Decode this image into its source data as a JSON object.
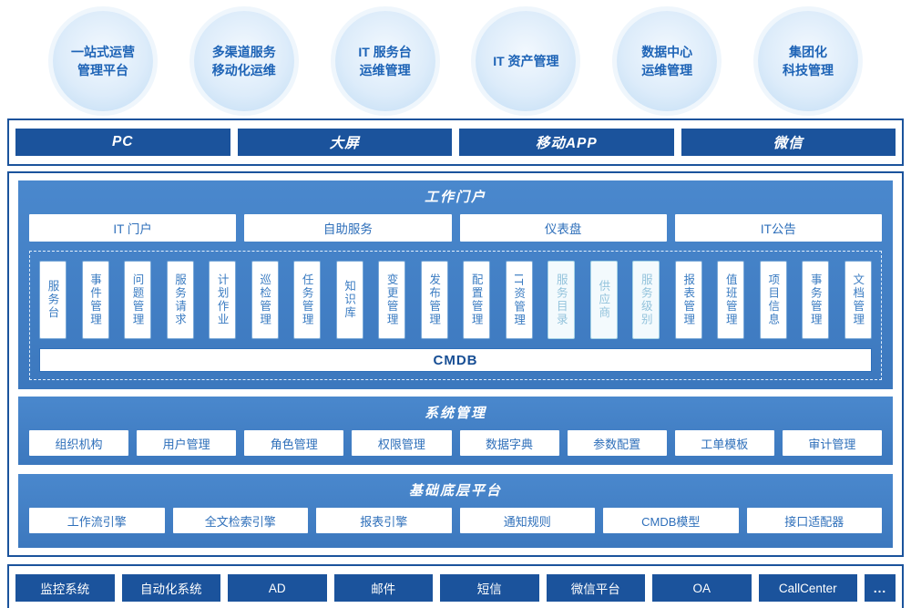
{
  "colors": {
    "navy": "#1b539c",
    "panel_blue": "#4181c6",
    "button_text_blue": "#2e6fba",
    "muted_module_blue": "#93c3dc",
    "bubble_text_blue": "#1d63b6"
  },
  "bubbles": [
    {
      "label": "一站式运营\n管理平台"
    },
    {
      "label": "多渠道服务\n移动化运维"
    },
    {
      "label": "IT 服务台\n运维管理"
    },
    {
      "label": "IT 资产管理"
    },
    {
      "label": "数据中心\n运维管理"
    },
    {
      "label": "集团化\n科技管理"
    }
  ],
  "channels": {
    "items": [
      "PC",
      "大屏",
      "移动APP",
      "微信"
    ]
  },
  "portal": {
    "title": "工作门户",
    "items": [
      "IT 门户",
      "自助服务",
      "仪表盘",
      "IT公告"
    ]
  },
  "modules": {
    "items": [
      "服务台",
      "事件管理",
      "问题管理",
      "服务请求",
      "计划作业",
      "巡检管理",
      "任务管理",
      "知识库",
      "变更管理",
      "发布管理",
      "配置管理",
      "IT资管理",
      "服务目录",
      "供应商",
      "服务级别",
      "报表管理",
      "值班管理",
      "项目信息",
      "事务管理",
      "文档管理"
    ],
    "cmdb": "CMDB"
  },
  "system": {
    "title": "系统管理",
    "items": [
      "组织机构",
      "用户管理",
      "角色管理",
      "权限管理",
      "数据字典",
      "参数配置",
      "工单模板",
      "审计管理"
    ]
  },
  "platform": {
    "title": "基础底层平台",
    "items": [
      "工作流引擎",
      "全文检索引擎",
      "报表引擎",
      "通知规则",
      "CMDB模型",
      "接口适配器"
    ]
  },
  "integrations": {
    "items": [
      "监控系统",
      "自动化系统",
      "AD",
      "邮件",
      "短信",
      "微信平台",
      "OA",
      "CallCenter",
      "..."
    ]
  }
}
